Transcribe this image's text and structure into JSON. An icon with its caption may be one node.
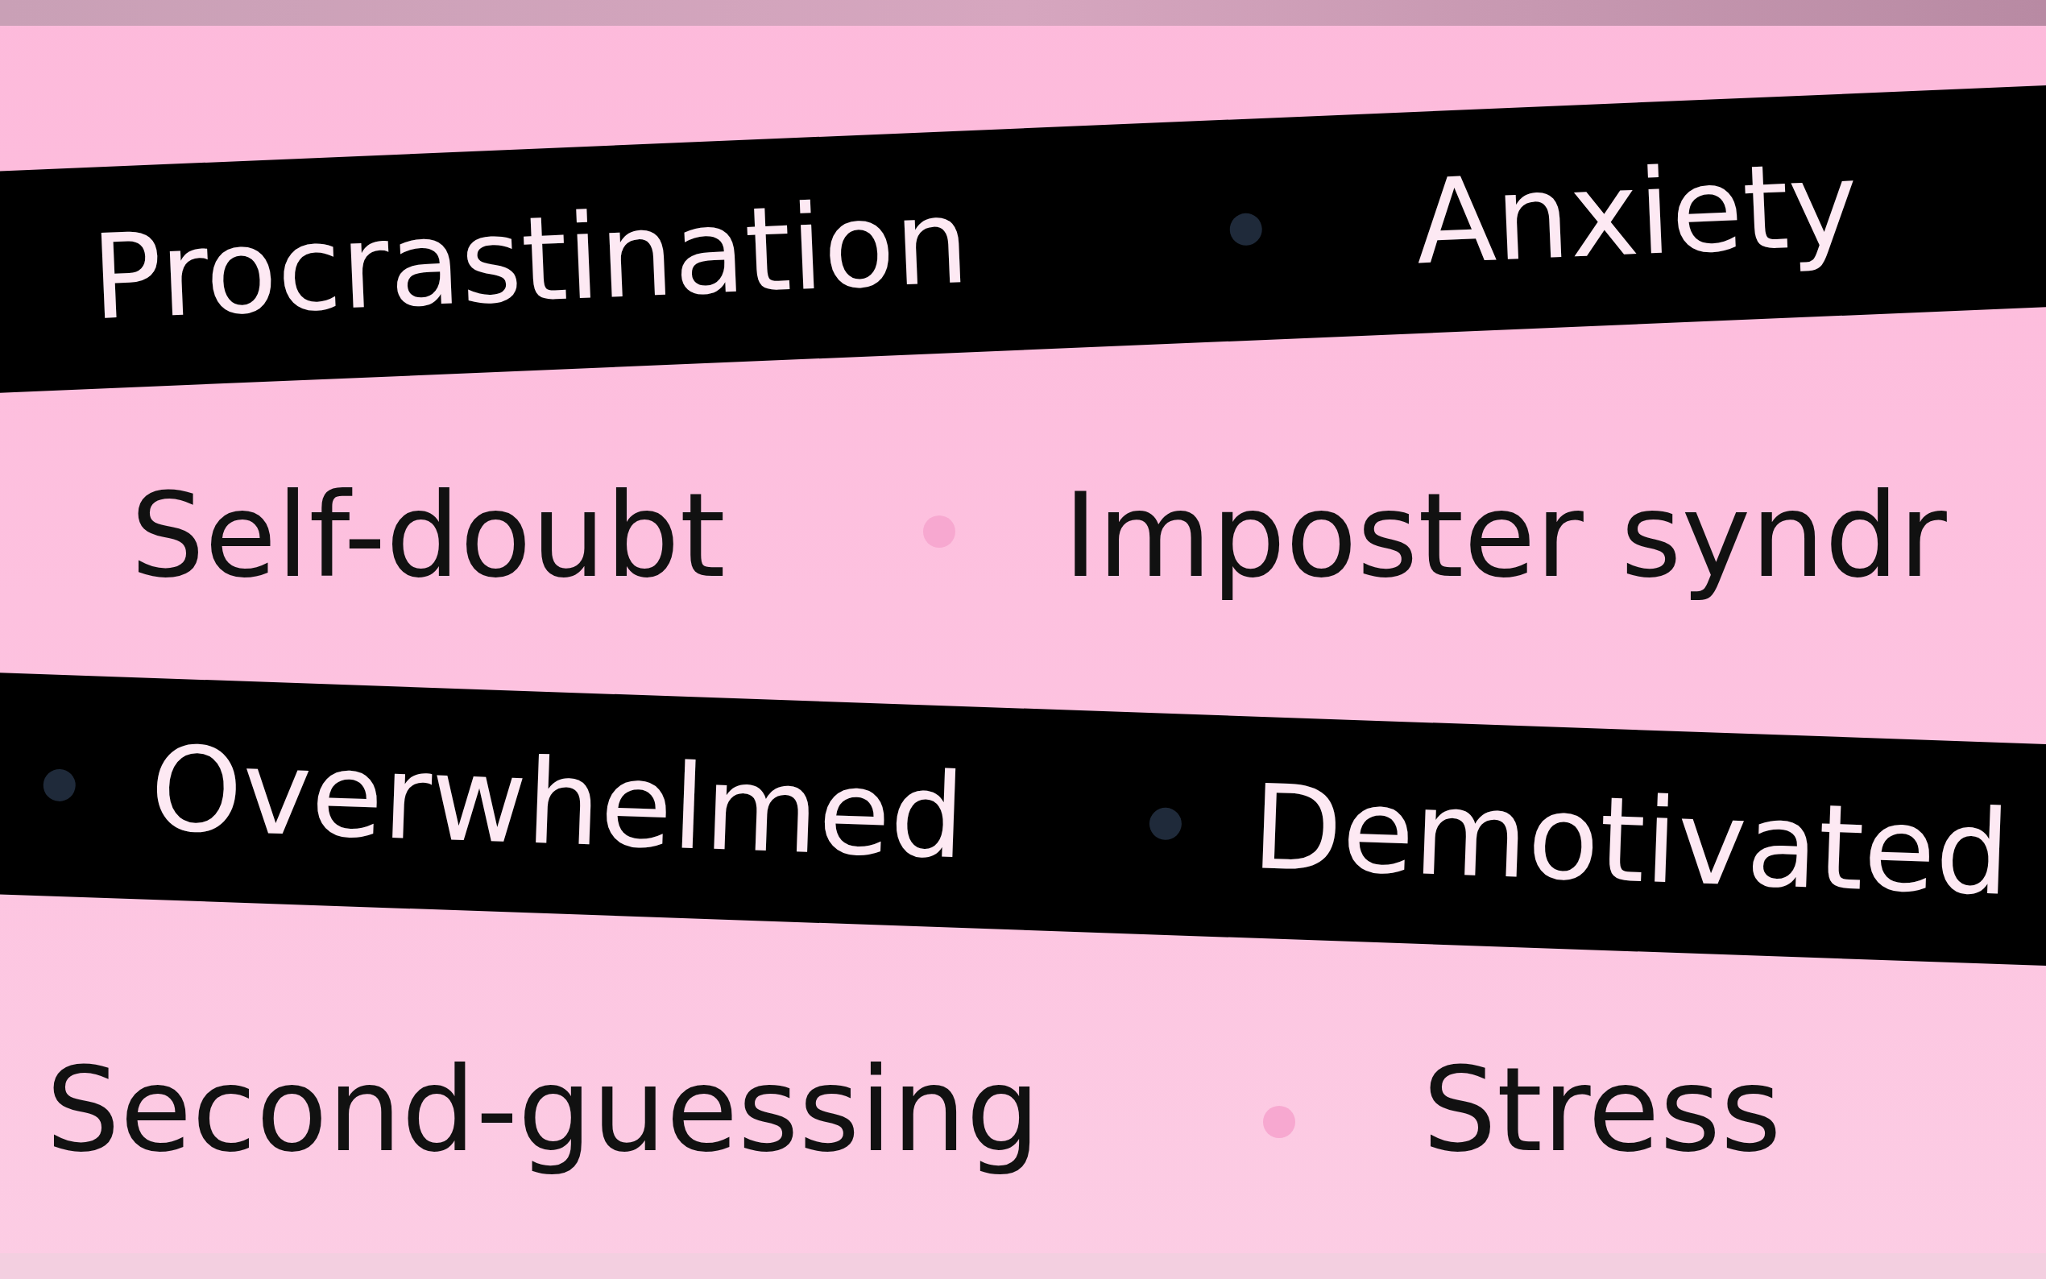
{
  "diagram": {
    "nodes": [
      {
        "text": [
          "Procrastination",
          "Anxiety"
        ]
      },
      {
        "text": [
          "Overwhelmed",
          "Demotivated"
        ]
      }
    ],
    "labels": [
      "Self-doubt",
      "Imposter syndr",
      "Second-guessing",
      "Stress"
    ]
  }
}
